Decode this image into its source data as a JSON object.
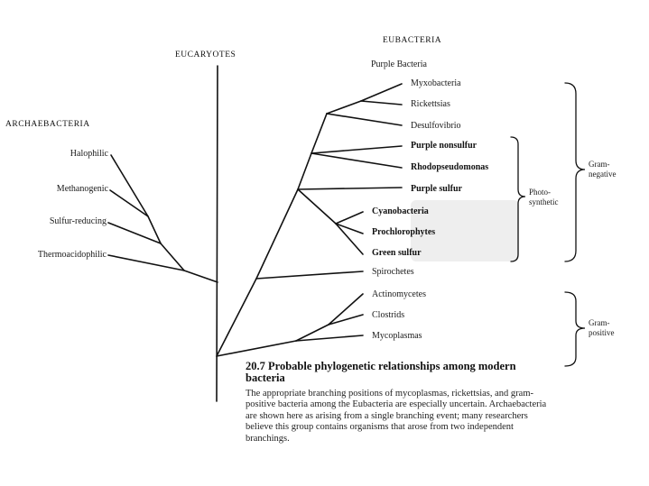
{
  "groups": {
    "eubacteria": "EUBACTERIA",
    "eucaryotes": "EUCARYOTES",
    "archaebacteria": "ARCHAEBACTERIA"
  },
  "archaebacteria_taxa": [
    "Halophilic",
    "Methanogenic",
    "Sulfur-reducing",
    "Thermoacidophilic"
  ],
  "eubacteria_taxa": {
    "purple_bacteria": "Purple Bacteria",
    "myxobacteria": "Myxobacteria",
    "rickettsias": "Rickettsias",
    "desulfovibrio": "Desulfovibrio",
    "purple_nonsulfur": "Purple nonsulfur",
    "rhodopseudomonas": "Rhodopseudomonas",
    "purple_sulfur": "Purple sulfur",
    "cyanobacteria": "Cyanobacteria",
    "prochlorophytes": "Prochlorophytes",
    "green_sulfur": "Green sulfur",
    "spirochetes": "Spirochetes",
    "actinomycetes": "Actinomycetes",
    "clostrids": "Clostrids",
    "mycoplasmas": "Mycoplasmas"
  },
  "brackets": {
    "gram_negative": [
      "Gram-",
      "negative"
    ],
    "photosynthetic": [
      "Photo-",
      "synthetic"
    ],
    "gram_positive": [
      "Gram-",
      "positive"
    ]
  },
  "caption": {
    "title": "20.7    Probable phylogenetic relationships among modern bacteria",
    "body": "The appropriate branching positions of mycoplasmas, rickettsias, and gram-positive bacteria among the Eubacteria are especially uncertain. Archaebacteria are shown here as arising from a single branching event; many researchers believe this group contains organisms that arose from two independent branchings."
  }
}
